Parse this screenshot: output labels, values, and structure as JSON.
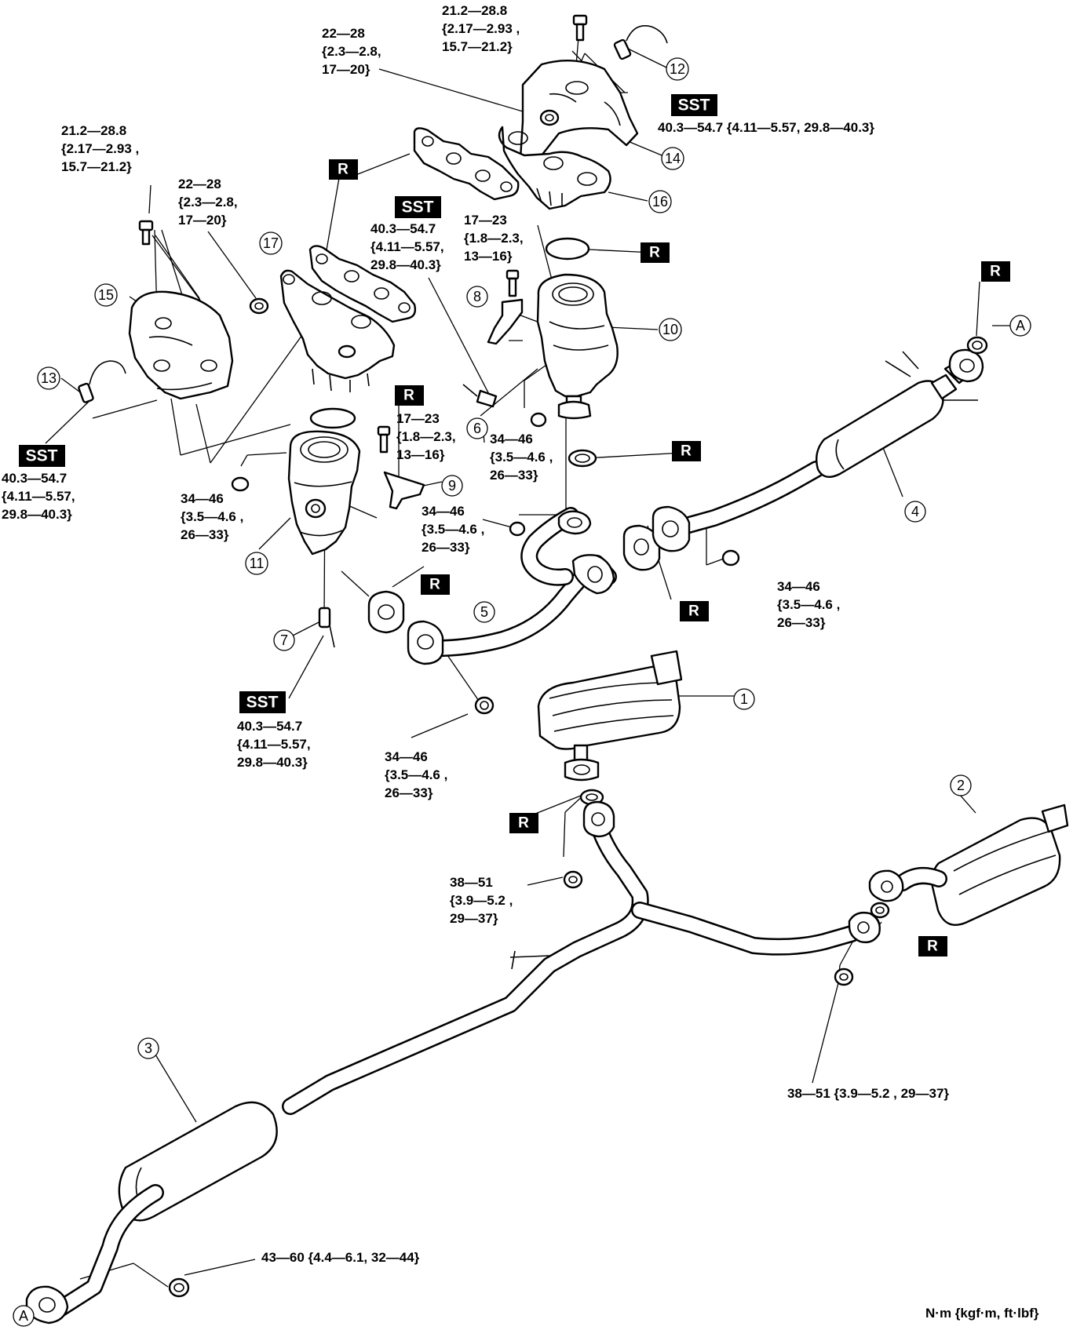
{
  "torque_specs": {
    "t_top_bolt": [
      "21.2—28.8",
      "{2.17—2.93 ,",
      "15.7—21.2}"
    ],
    "t_top_nut": [
      "22—28",
      "{2.3—2.8,",
      "17—20}"
    ],
    "t_left_bolt": [
      "21.2—28.8",
      "{2.17—2.93 ,",
      "15.7—21.2}"
    ],
    "t_left_nut": [
      "22—28",
      "{2.3—2.8,",
      "17—20}"
    ],
    "t_sst_center": [
      "40.3—54.7",
      "{4.11—5.57,",
      "29.8—40.3}"
    ],
    "t_sensor12": [
      "40.3—54.7 {4.11—5.57, 29.8—40.3}"
    ],
    "t_bracket8_bolt": [
      "17—23",
      "{1.8—2.3,",
      "13—16}"
    ],
    "t_sensor13": [
      "40.3—54.7",
      "{4.11—5.57,",
      "29.8—40.3}"
    ],
    "t_bracket9_bolt": [
      "17—23",
      "{1.8—2.3,",
      "13—16}"
    ],
    "t_nut_center6": [
      "34—46",
      "{3.5—4.6 ,",
      "26—33}"
    ],
    "t_nut_left11": [
      "34—46",
      "{3.5—4.6 ,",
      "26—33}"
    ],
    "t_nut_mid5": [
      "34—46",
      "{3.5—4.6 ,",
      "26—33}"
    ],
    "t_nut_right4": [
      "34—46",
      "{3.5—4.6 ,",
      "26—33}"
    ],
    "t_sensor7": [
      "40.3—54.7",
      "{4.11—5.57,",
      "29.8—40.3}"
    ],
    "t_nut_lower5": [
      "34—46",
      "{3.5—4.6 ,",
      "26—33}"
    ],
    "t_nut_ypipe": [
      "38—51",
      "{3.9—5.2 ,",
      "29—37}"
    ],
    "t_nut_silencer2": [
      "38—51 {3.9—5.2 , 29—37}"
    ],
    "t_nut_front": [
      "43—60 {4.4—6.1, 32—44}"
    ]
  },
  "part_numbers": {
    "p1": "1",
    "p2": "2",
    "p3": "3",
    "p4": "4",
    "p5": "5",
    "p6": "6",
    "p7": "7",
    "p8": "8",
    "p9": "9",
    "p10": "10",
    "p11": "11",
    "p12": "12",
    "p13": "13",
    "p14": "14",
    "p15": "15",
    "p16": "16",
    "p17": "17"
  },
  "tags": {
    "replace": "R",
    "special_tool": "SST",
    "ref_a": "A"
  },
  "units": "N·m {kgf·m,  ft·lbf}"
}
